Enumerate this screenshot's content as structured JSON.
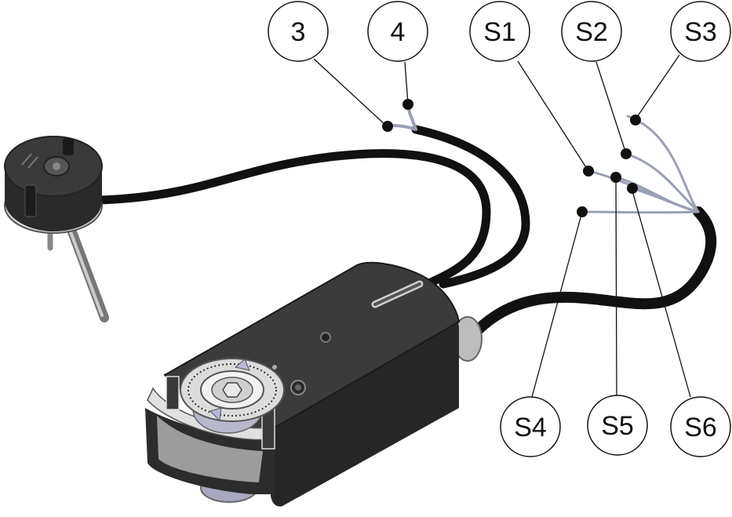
{
  "callouts": {
    "c3": "3",
    "c4": "4",
    "s1": "S1",
    "s2": "S2",
    "s3": "S3",
    "s4": "S4",
    "s5": "S5",
    "s6": "S6"
  },
  "colors": {
    "housing": "#2e2e2e",
    "housing_top": "#3c3c3c",
    "cable": "#111111",
    "wire": "#9aa0b4",
    "light_metal": "#c8c8c8",
    "background": "#ffffff"
  }
}
